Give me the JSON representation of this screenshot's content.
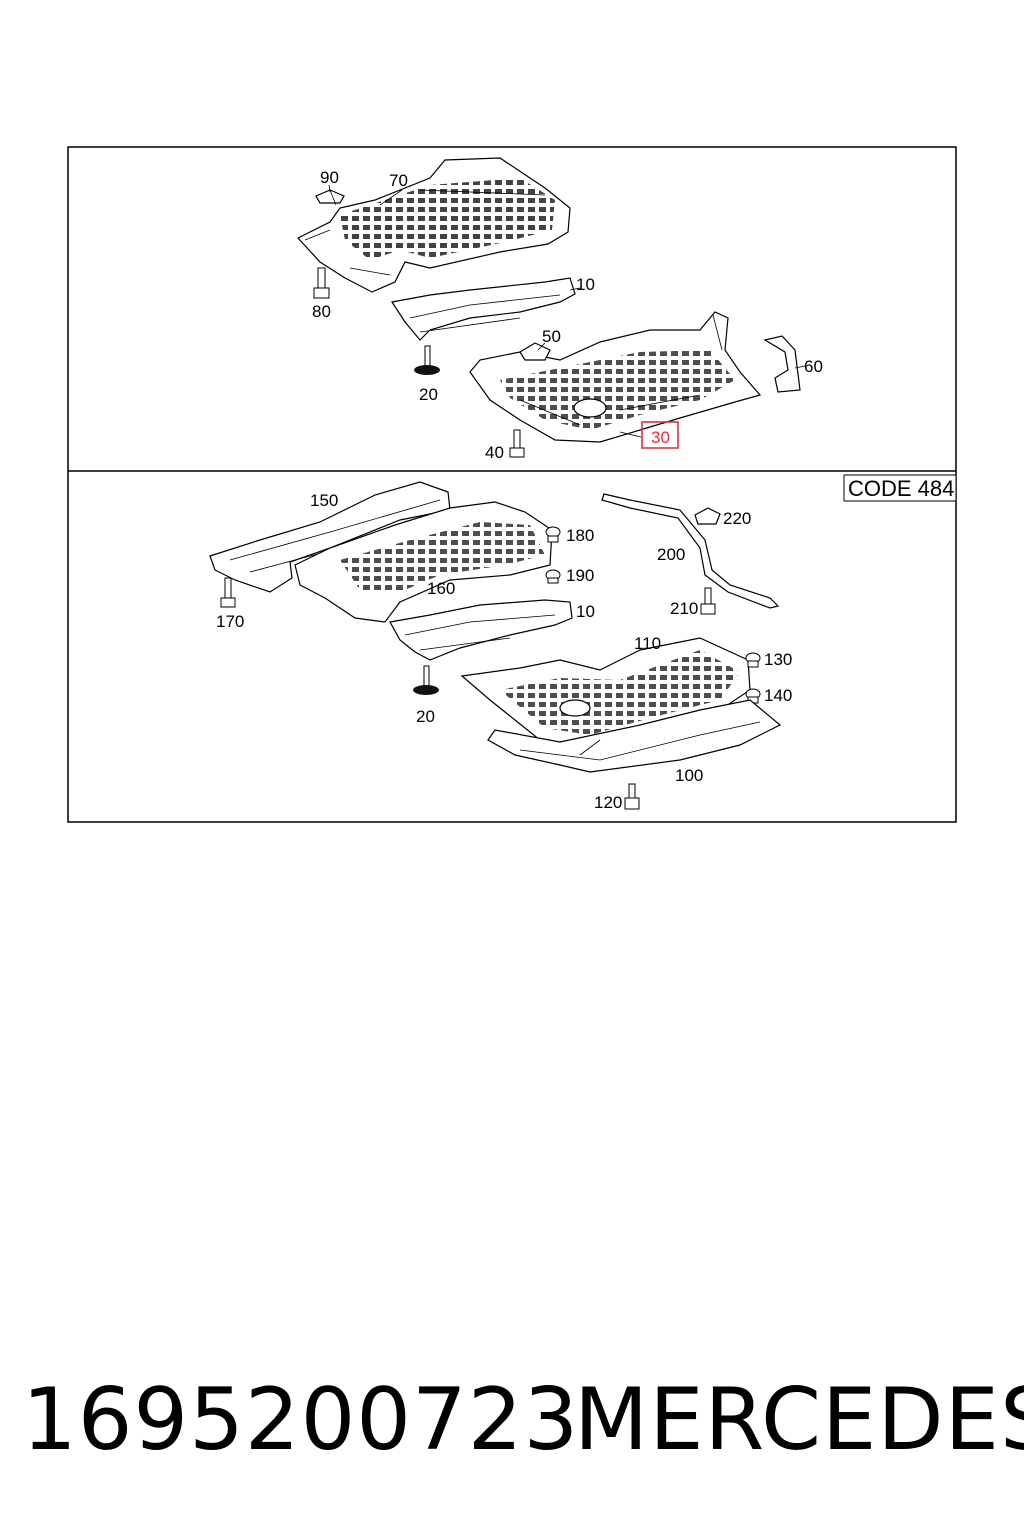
{
  "diagram": {
    "code_label": "CODE 484",
    "highlighted_callout": "30",
    "upper_panel": {
      "callouts": {
        "c90": "90",
        "c70": "70",
        "c80": "80",
        "c10": "10",
        "c50": "50",
        "c60": "60",
        "c20": "20",
        "c40": "40",
        "c30": "30"
      }
    },
    "lower_panel": {
      "callouts": {
        "c150": "150",
        "c180": "180",
        "c220": "220",
        "c200": "200",
        "c190": "190",
        "c160": "160",
        "c170": "170",
        "c210": "210",
        "c10": "10",
        "c110": "110",
        "c130": "130",
        "c140": "140",
        "c20": "20",
        "c100": "100",
        "c120": "120"
      }
    },
    "colors": {
      "line": "#000000",
      "highlight": "#e0333a",
      "background": "#ffffff"
    }
  },
  "footer": {
    "part_number": "1695200723",
    "brand": "MERCEDES"
  }
}
